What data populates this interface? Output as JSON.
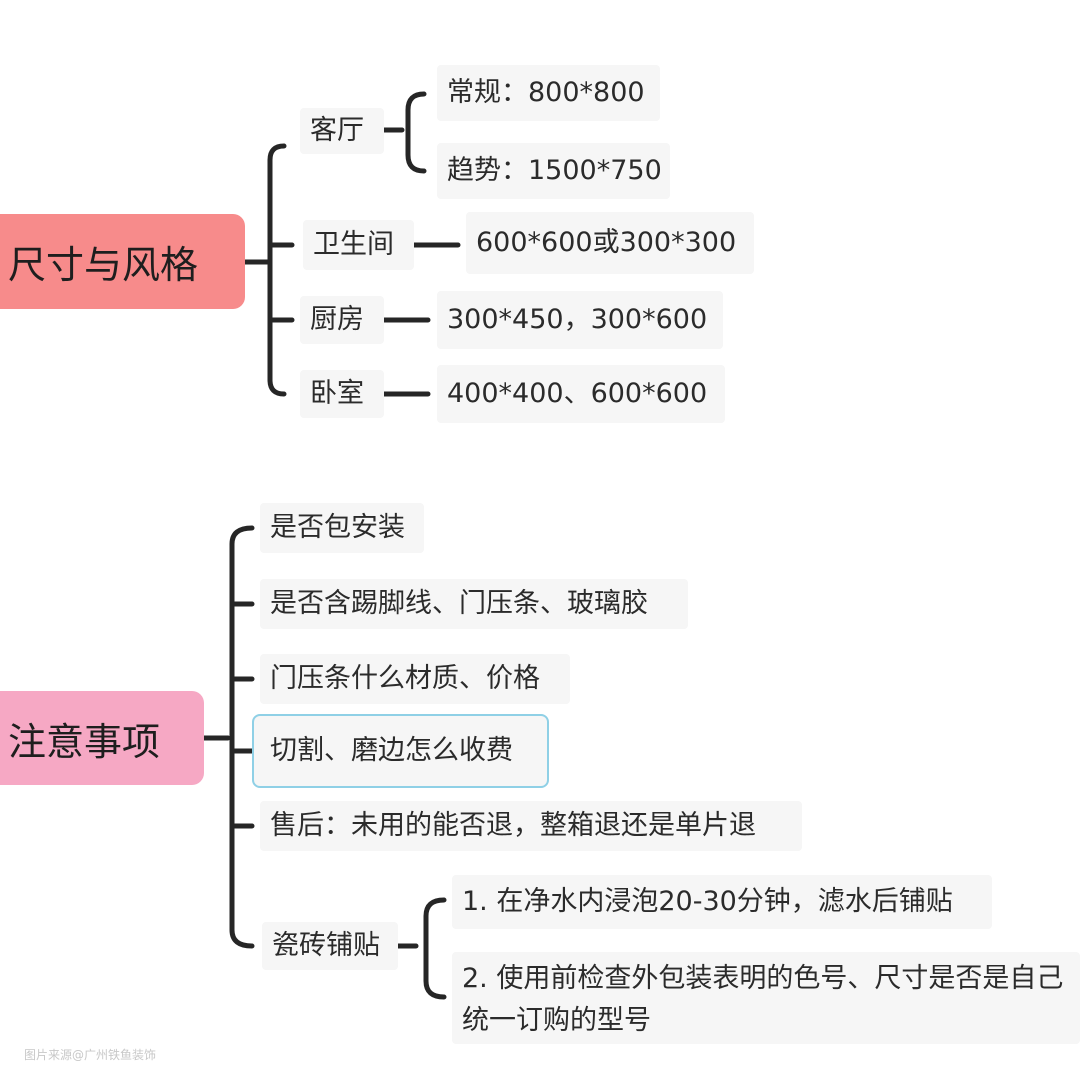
{
  "section1": {
    "root": "尺寸与风格",
    "living_room": {
      "label": "客厅",
      "options": [
        "常规：800*800",
        "趋势：1500*750"
      ]
    },
    "bathroom": {
      "label": "卫生间",
      "value": "600*600或300*300"
    },
    "kitchen": {
      "label": "厨房",
      "value": "300*450，300*600"
    },
    "bedroom": {
      "label": "卧室",
      "value": "400*400、600*600"
    }
  },
  "section2": {
    "root": "注意事项",
    "items": [
      "是否包安装",
      "是否含踢脚线、门压条、玻璃胶",
      "门压条什么材质、价格",
      "切割、磨边怎么收费",
      "售后：未用的能否退，整箱退还是单片退"
    ],
    "tiling": {
      "label": "瓷砖铺贴",
      "steps": [
        "1. 在净水内浸泡20-30分钟，滤水后铺贴",
        "2. 使用前检查外包装表明的色号、尺寸是否是自己统一订购的型号"
      ]
    }
  },
  "watermark": "图片来源@广州铁鱼装饰"
}
